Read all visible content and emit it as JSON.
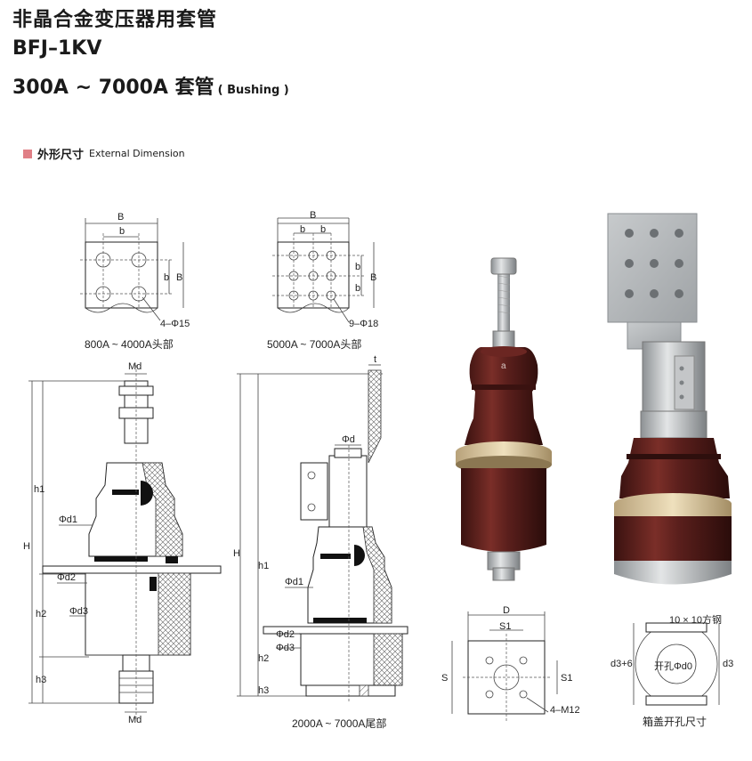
{
  "header": {
    "title_cn": "非晶合金变压器用套管",
    "model": "BFJ–1KV",
    "range": "300A ~ 7000A 套管",
    "range_en": "( Bushing )"
  },
  "section": {
    "title_cn": "外形尺寸",
    "title_en": "External Dimension",
    "marker_color": "#e07f86"
  },
  "head_small": {
    "label_B": "B",
    "label_b": "b",
    "label_b_side": "b",
    "label_B_side": "B",
    "holes": "4–Φ15",
    "caption": "800A ~ 4000A头部"
  },
  "head_large": {
    "label_B": "B",
    "label_b1": "b",
    "label_b2": "b",
    "label_b_side1": "b",
    "label_b_side2": "b",
    "label_B_side": "B",
    "holes": "9–Φ18",
    "caption": "5000A ~ 7000A头部"
  },
  "bushing_left": {
    "Md_top": "Md",
    "Md_bottom": "Md",
    "h1": "h1",
    "H": "H",
    "h2": "h2",
    "h3": "h3",
    "d1": "Φd1",
    "d2": "Φd2",
    "d3": "Φd3"
  },
  "bushing_right": {
    "t": "t",
    "d": "Φd",
    "H": "H",
    "h1": "h1",
    "d1": "Φd1",
    "d2": "Φd2",
    "d3": "Φd3",
    "h2": "h2",
    "h3": "h3",
    "caption": "2000A ~ 7000A尾部"
  },
  "photo_left": {
    "mark": "a"
  },
  "flange": {
    "D": "D",
    "S1_top": "S1",
    "S": "S",
    "S1_side": "S1",
    "bolts": "4–M12"
  },
  "cutout": {
    "steel": "10 × 10方钢",
    "d3_6": "d3+6",
    "d0": "开孔Φd0",
    "d3": "d3",
    "caption": "箱盖开孔尺寸"
  },
  "colors": {
    "porcelain": "#5a1f1c",
    "metal": "#b9bcbf"
  }
}
